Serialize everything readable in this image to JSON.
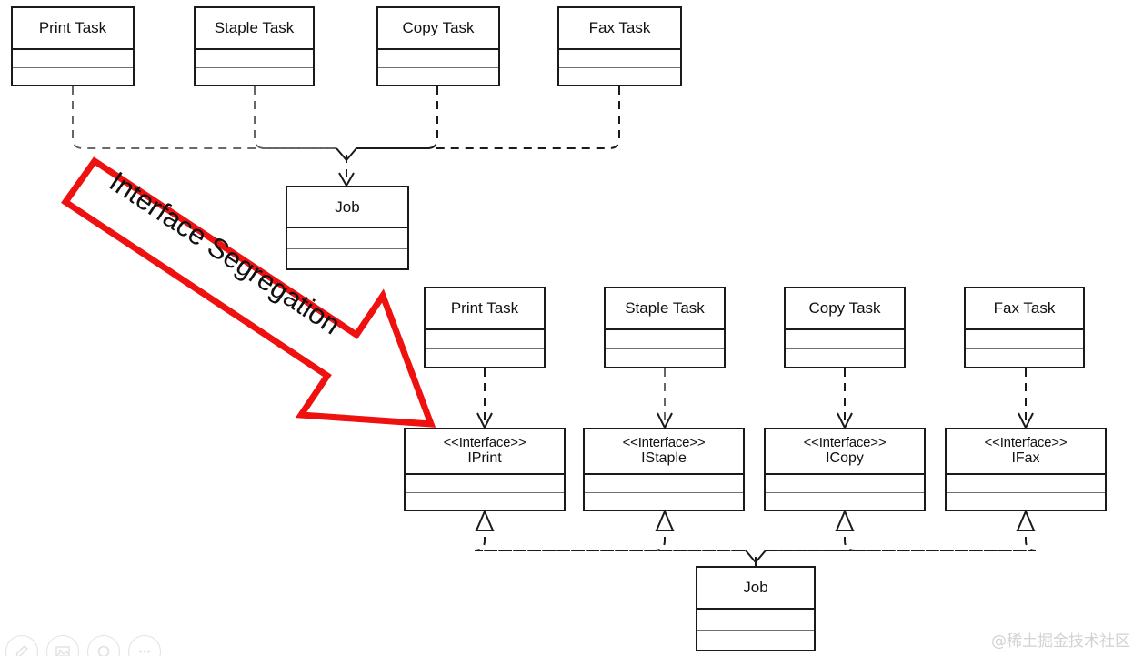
{
  "diagram": {
    "title": "Interface Segregation",
    "principle_label": "Interface Segregation",
    "accent_color": "#ef1010",
    "line_color": "#1a1a1a",
    "background": "#ffffff"
  },
  "before": {
    "tasks": [
      {
        "name": "Print Task"
      },
      {
        "name": "Staple Task"
      },
      {
        "name": "Copy Task"
      },
      {
        "name": "Fax Task"
      }
    ],
    "job": {
      "name": "Job"
    }
  },
  "after": {
    "tasks": [
      {
        "name": "Print Task"
      },
      {
        "name": "Staple Task"
      },
      {
        "name": "Copy Task"
      },
      {
        "name": "Fax Task"
      }
    ],
    "interfaces": [
      {
        "stereotype": "<<Interface>>",
        "name": "IPrint"
      },
      {
        "stereotype": "<<Interface>>",
        "name": "IStaple"
      },
      {
        "stereotype": "<<Interface>>",
        "name": "ICopy"
      },
      {
        "stereotype": "<<Interface>>",
        "name": "IFax"
      }
    ],
    "job": {
      "name": "Job"
    }
  },
  "watermark": {
    "text": "@稀土掘金技术社区"
  },
  "toolbar": {
    "buttons": [
      {
        "icon": "pencil-icon",
        "glyph": "✎"
      },
      {
        "icon": "image-icon",
        "glyph": "▤"
      },
      {
        "icon": "circle-icon",
        "glyph": "◯"
      },
      {
        "icon": "more-icon",
        "glyph": "⋯"
      }
    ]
  }
}
